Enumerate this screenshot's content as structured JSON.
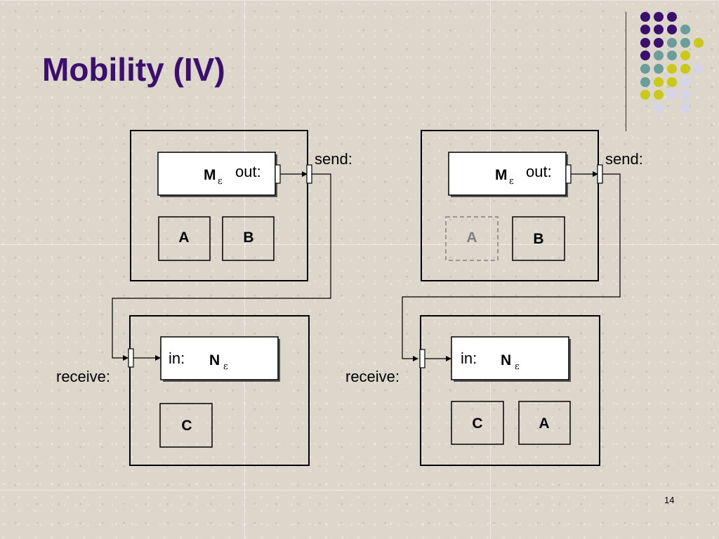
{
  "slide": {
    "title": "Mobility (IV)",
    "slide_number": "14"
  },
  "diagram": {
    "left": {
      "sender": {
        "process_name": "M",
        "process_subscript": "ε",
        "out_port": "out:",
        "send_label": "send:",
        "components": [
          "A",
          "B"
        ]
      },
      "receiver": {
        "process_name": "N",
        "process_subscript": "ε",
        "in_port": "in:",
        "receive_label": "receive:",
        "components": [
          "C"
        ]
      }
    },
    "right": {
      "sender": {
        "process_name": "M",
        "process_subscript": "ε",
        "out_port": "out:",
        "send_label": "send:",
        "ghost_component": "A",
        "components": [
          "B"
        ]
      },
      "receiver": {
        "process_name": "N",
        "process_subscript": "ε",
        "in_port": "in:",
        "receive_label": "receive:",
        "components": [
          "C",
          "A"
        ]
      }
    }
  },
  "colors": {
    "title": "#3b0f6e",
    "dot_purple": "#3b0f6e",
    "dot_teal": "#6b9e9b",
    "dot_yellow": "#c9c91a",
    "dot_lavender": "#d6d4e8",
    "ghost_gray": "#808080"
  }
}
